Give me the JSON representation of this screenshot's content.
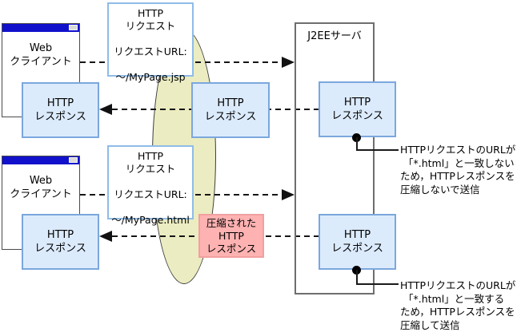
{
  "labels": {
    "web_client": "Web\nクライアント",
    "http_response": "HTTP\nレスポンス",
    "compressed_http_response": "圧縮された\nHTTP\nレスポンス",
    "j2ee_server": "J2EEサーバ"
  },
  "requests": [
    {
      "title": "HTTP\nリクエスト",
      "url_label": "リクエストURL:",
      "url": "～/MyPage.jsp"
    },
    {
      "title": "HTTP\nリクエスト",
      "url_label": "リクエストURL:",
      "url": "～/MyPage.html"
    }
  ],
  "annotations": {
    "not_match": "HTTPリクエストのURLが\n 「*.html」と一致しない\nため，HTTPレスポンスを\n圧縮しないで送信",
    "match": "HTTPリクエストのURLが\n 「*.html」と一致する\nため，HTTPレスポンスを\n圧縮して送信"
  },
  "colors": {
    "box_blue_fill": "#dcebfc",
    "box_blue_border": "#7ba7dd",
    "request_box_border": "#8fbce8",
    "compressed_fill": "#ffb2b2",
    "compressed_border": "#f09f9f",
    "ellipse_fill": "#ebecc1",
    "titlebar_blue": "#1111cc",
    "server_border": "#6e6e6e"
  }
}
